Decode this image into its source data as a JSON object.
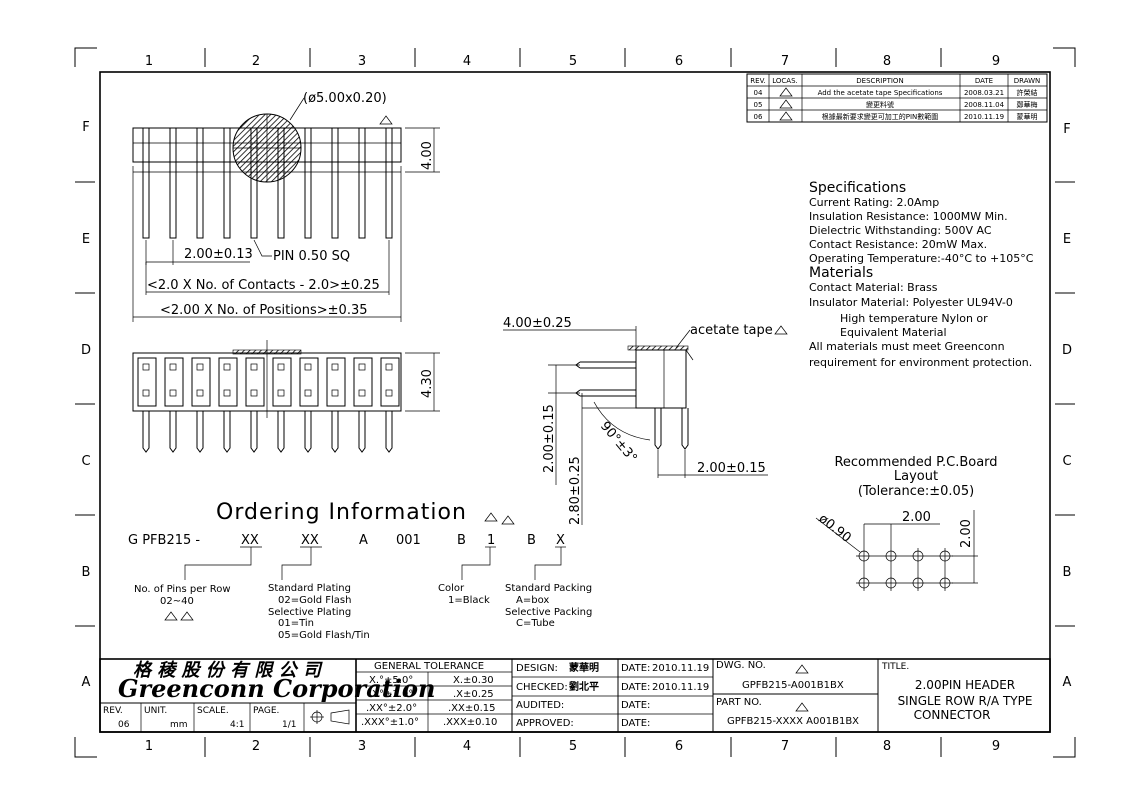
{
  "grid": {
    "cols": [
      "1",
      "2",
      "3",
      "4",
      "5",
      "6",
      "7",
      "8",
      "9"
    ],
    "rows": [
      "F",
      "E",
      "D",
      "C",
      "B",
      "A"
    ]
  },
  "revision_table": {
    "headers": [
      "REV.",
      "LOCAS.",
      "DESCRIPTION",
      "DATE",
      "DRAWN"
    ],
    "rows": [
      {
        "rev": "04",
        "desc": "Add the acetate tape Specifications",
        "date": "2008.03.21",
        "drawn": "許榮結"
      },
      {
        "rev": "05",
        "desc": "變更料號",
        "date": "2008.11.04",
        "drawn": "鄭華梅"
      },
      {
        "rev": "06",
        "desc": "根據最新要求變更可加工的PIN數範圍",
        "date": "2010.11.19",
        "drawn": "蒙華明"
      }
    ]
  },
  "front_view": {
    "circle_label": "(ø5.00x0.20)",
    "height": "4.00",
    "pitch": "2.00±0.13",
    "pin": "PIN 0.50 SQ",
    "contacts_dim": "<2.0 X No. of Contacts - 2.0>±0.25",
    "positions_dim": "<2.00 X No. of Positions>±0.35"
  },
  "top_view": {
    "height": "4.30"
  },
  "side_view": {
    "width": "4.00±0.25",
    "tape": "acetate tape",
    "angle": "90°±3°",
    "d1": "2.00±0.15",
    "d2": "2.80±0.25",
    "d3": "2.00±0.15"
  },
  "specs": {
    "title": "Specifications",
    "lines": [
      "Current Rating: 2.0Amp",
      "Insulation Resistance: 1000MW Min.",
      "Dielectric Withstanding: 500V AC",
      "Contact Resistance: 20mW Max.",
      "Operating Temperature:-40°C to +105°C"
    ],
    "materials_title": "Materials",
    "materials": [
      "Contact Material: Brass",
      "Insulator Material: Polyester UL94V-0",
      "High temperature Nylon or",
      "Equivalent Material",
      "All materials must meet Greenconn",
      "requirement for environment protection."
    ]
  },
  "pcb": {
    "title": "Recommended P.C.Board",
    "subtitle": "Layout",
    "tolerance": "(Tolerance:±0.05)",
    "dia": "ø0.90",
    "h": "2.00",
    "v": "2.00"
  },
  "ordering": {
    "title": "Ordering Information",
    "code": [
      "G PFB215 -",
      "XX",
      "XX",
      "A",
      "001",
      "B",
      "1",
      "B",
      "X"
    ],
    "n1": "No. of Pins per Row",
    "n2": "02~40",
    "p1": "Standard Plating",
    "p2": "02=Gold Flash",
    "p3": "Selective Plating",
    "p4": "01=Tin",
    "p5": "05=Gold Flash/Tin",
    "c1": "Color",
    "c2": "1=Black",
    "k1": "Standard Packing",
    "k2": "A=box",
    "k3": "Selective Packing",
    "k4": "C=Tube"
  },
  "title_block": {
    "company_cn": "格 稜 股 份 有 限 公 司",
    "company_en": "Greenconn Corporation",
    "rev_label": "REV.",
    "rev": "06",
    "unit_label": "UNIT.",
    "unit": "mm",
    "scale_label": "SCALE.",
    "scale": "4:1",
    "page_label": "PAGE.",
    "page": "1/1",
    "tol_title": "GENERAL TOLERANCE",
    "tol_left": [
      "X.°±5.0°",
      ".X°±3.0°",
      ".XX°±2.0°",
      ".XXX°±1.0°"
    ],
    "tol_right": [
      "X.±0.30",
      ".X±0.25",
      ".XX±0.15",
      ".XXX±0.10"
    ],
    "design_label": "DESIGN:",
    "design": "蒙華明",
    "checked_label": "CHECKED:",
    "checked": "劉北平",
    "audited_label": "AUDITED:",
    "approved_label": "APPROVED:",
    "date_label": "DATE:",
    "date1": "2010.11.19",
    "date2": "2010.11.19",
    "dwg_label": "DWG. NO.",
    "dwg": "GPFB215-A001B1BX",
    "part_label": "PART NO.",
    "part": "GPFB215-XXXX A001B1BX",
    "title_label": "TITLE.",
    "title": [
      "2.00PIN HEADER",
      "SINGLE ROW R/A TYPE",
      "CONNECTOR"
    ]
  }
}
